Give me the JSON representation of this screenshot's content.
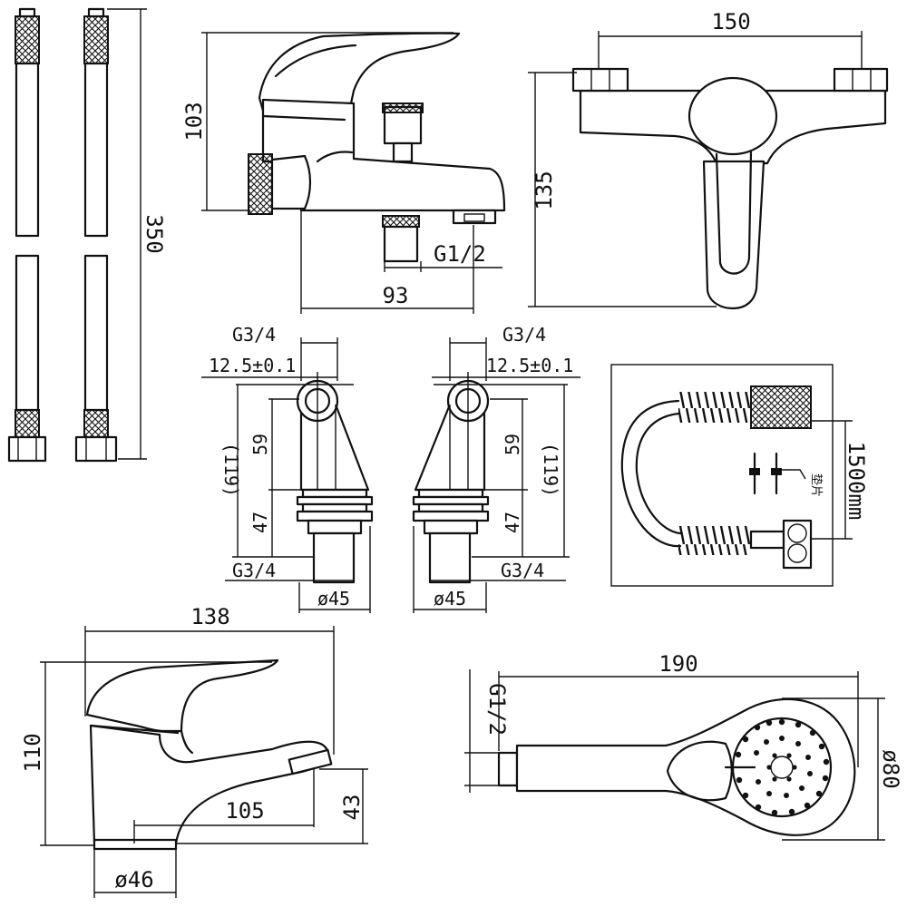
{
  "hoses": {
    "length": "350"
  },
  "bath_mixer": {
    "height": "103",
    "spout_reach": "93",
    "outlet_thread": "G1/2"
  },
  "wall_mixer": {
    "centers": "150",
    "height": "135"
  },
  "eccentric_left": {
    "thread_top": "G3/4",
    "offset": "12.5±0.1",
    "total": "(119)",
    "upper": "59",
    "lower": "47",
    "thread_bottom": "G3/4",
    "diameter": "ø45"
  },
  "eccentric_right": {
    "thread_top": "G3/4",
    "offset": "12.5±0.1",
    "total": "(119)",
    "upper": "59",
    "lower": "47",
    "thread_bottom": "G3/4",
    "diameter": "ø45"
  },
  "shower_hose": {
    "length": "1500mm",
    "washer_label": "垫片"
  },
  "basin_mixer": {
    "width": "138",
    "height": "110",
    "reach": "105",
    "spout_height": "43",
    "base_diameter": "ø46"
  },
  "hand_shower": {
    "length": "190",
    "thread": "G1/2",
    "head_diameter": "ø80"
  }
}
